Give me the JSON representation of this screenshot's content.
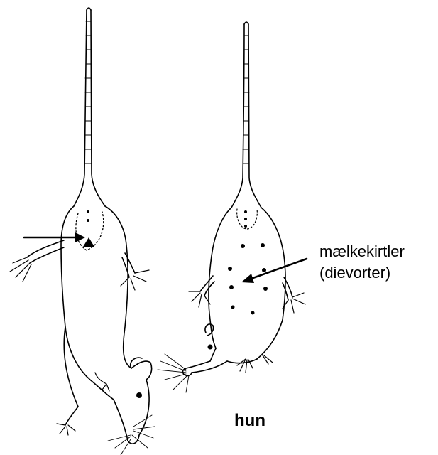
{
  "labels": {
    "mammary_glands_line1": "mælkekirtler",
    "mammary_glands_line2": "(dievorter)",
    "female": "hun"
  },
  "icons": {
    "left_rat": "rat-drawing-icon",
    "right_rat": "rat-drawing-icon",
    "arrow": "arrow-icon"
  },
  "colors": {
    "ink": "#000000",
    "background": "#ffffff"
  }
}
